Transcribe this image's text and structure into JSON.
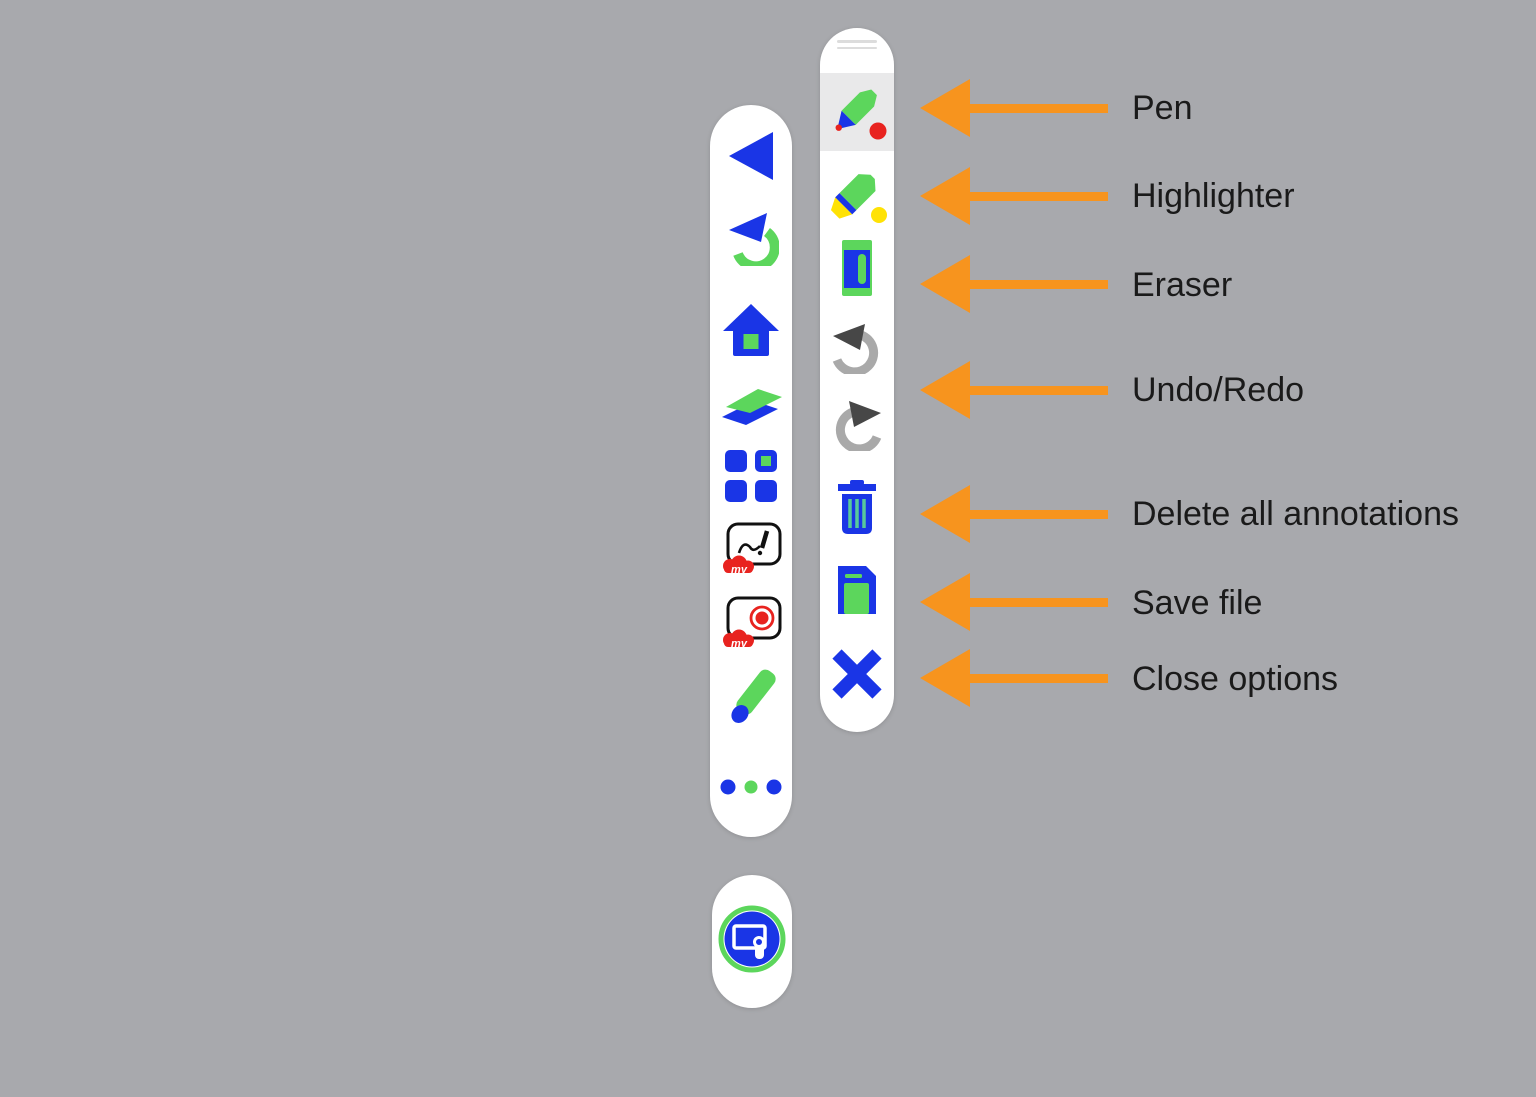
{
  "title": "Annotation toolbar options diagram",
  "colors": {
    "background": "#a8a9ad",
    "toolbar_bg": "#ffffff",
    "selected_row_bg": "#e9e9ea",
    "accent_orange": "#f7941e",
    "brand_blue": "#1a35e6",
    "brand_green": "#5cd65c",
    "alert_red": "#e8231f",
    "highlight_yellow": "#ffe205",
    "undo_arc_gray": "#a9a9a9",
    "undo_arrow_dark": "#474747",
    "label_text": "#1a1a1a"
  },
  "main_toolbar": {
    "items": [
      {
        "name": "back",
        "icon": "triangle-left-icon"
      },
      {
        "name": "undo",
        "icon": "undo-arc-icon"
      },
      {
        "name": "home",
        "icon": "home-icon"
      },
      {
        "name": "layers",
        "icon": "layers-icon"
      },
      {
        "name": "apps",
        "icon": "grid-icon"
      },
      {
        "name": "my-whiteboard",
        "icon": "whiteboard-icon",
        "badge": "my"
      },
      {
        "name": "my-record",
        "icon": "record-icon",
        "badge": "my"
      },
      {
        "name": "pen-tool",
        "icon": "pencil-icon"
      },
      {
        "name": "more",
        "icon": "ellipsis-icon"
      }
    ]
  },
  "options_toolbar": {
    "items": [
      {
        "name": "pen",
        "icon": "pen-icon",
        "selected": true
      },
      {
        "name": "highlighter",
        "icon": "highlighter-icon",
        "selected": false
      },
      {
        "name": "eraser",
        "icon": "eraser-icon",
        "selected": false
      },
      {
        "name": "undo",
        "icon": "undo-icon",
        "selected": false
      },
      {
        "name": "redo",
        "icon": "redo-icon",
        "selected": false
      },
      {
        "name": "delete-all",
        "icon": "trash-icon",
        "selected": false
      },
      {
        "name": "save",
        "icon": "save-icon",
        "selected": false
      },
      {
        "name": "close",
        "icon": "close-icon",
        "selected": false
      }
    ]
  },
  "floating_button": {
    "name": "touch-toggle",
    "icon": "touch-screen-icon"
  },
  "annotations": {
    "labels": [
      "Pen",
      "Highlighter",
      "Eraser",
      "Undo/Redo",
      "Delete all annotations",
      "Save file",
      "Close options"
    ]
  }
}
